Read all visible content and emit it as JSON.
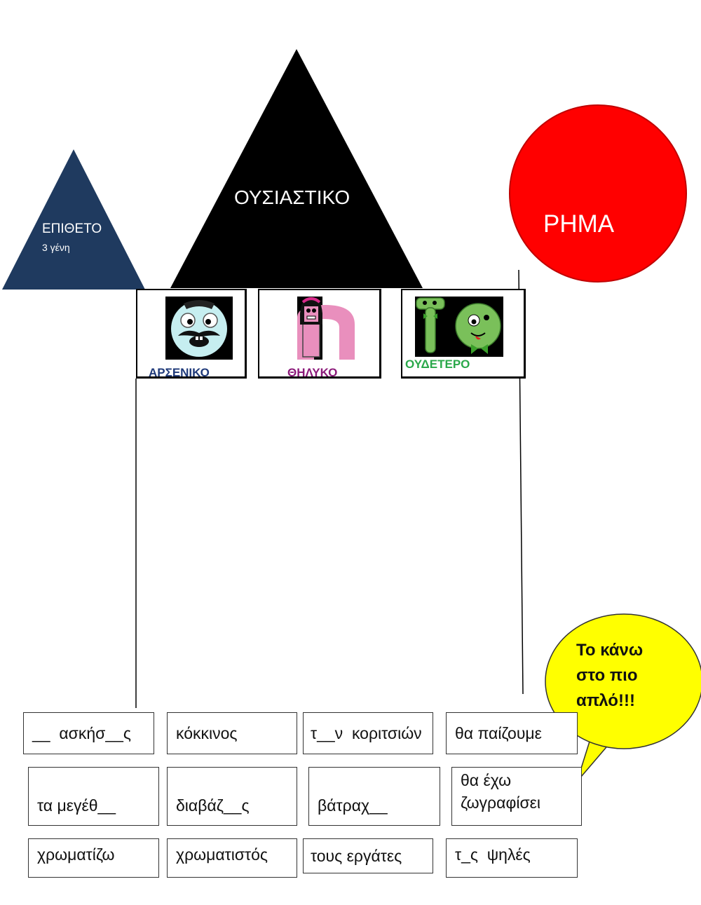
{
  "categories": {
    "adjective": {
      "title": "ΕΠΙΘΕΤΟ",
      "subtitle": "3 γένη",
      "color": "#1f3a5f"
    },
    "noun": {
      "title": "ΟΥΣΙΑΣΤΙΚΟ",
      "color": "#000000"
    },
    "verb": {
      "title": "ΡΗΜΑ",
      "color": "#ff0000"
    }
  },
  "genders": [
    {
      "label": "ΑΡΣΕΝΙΚΟ",
      "color": "#1f3a7a",
      "icon": "masculine-face-icon"
    },
    {
      "label": "ΘΗΛΥΚΟ",
      "color": "#8b1a7a",
      "icon": "feminine-eta-icon"
    },
    {
      "label": "ΟΥΔΕΤΕΡΟ",
      "color": "#2aa84a",
      "icon": "neuter-to-icon"
    }
  ],
  "speech_bubble": {
    "lines": [
      "Το κάνω",
      "στο πιο",
      "απλό!!!"
    ],
    "color": "#ffff00"
  },
  "cards": [
    {
      "text": "__  ασκήσ__ς"
    },
    {
      "text": "κόκκινος"
    },
    {
      "text": "τ__ν  κοριτσιών"
    },
    {
      "text": "θα παίζουμε"
    },
    {
      "text": "τα μεγέθ__"
    },
    {
      "text": "διαβάζ__ς"
    },
    {
      "text": "βάτραχ__"
    },
    {
      "text": "θα έχω\nζωγραφίσει"
    },
    {
      "text": "χρωματίζω"
    },
    {
      "text": "χρωματιστός"
    },
    {
      "text": "τους εργάτες"
    },
    {
      "text": "τ_ς  ψηλές"
    }
  ]
}
